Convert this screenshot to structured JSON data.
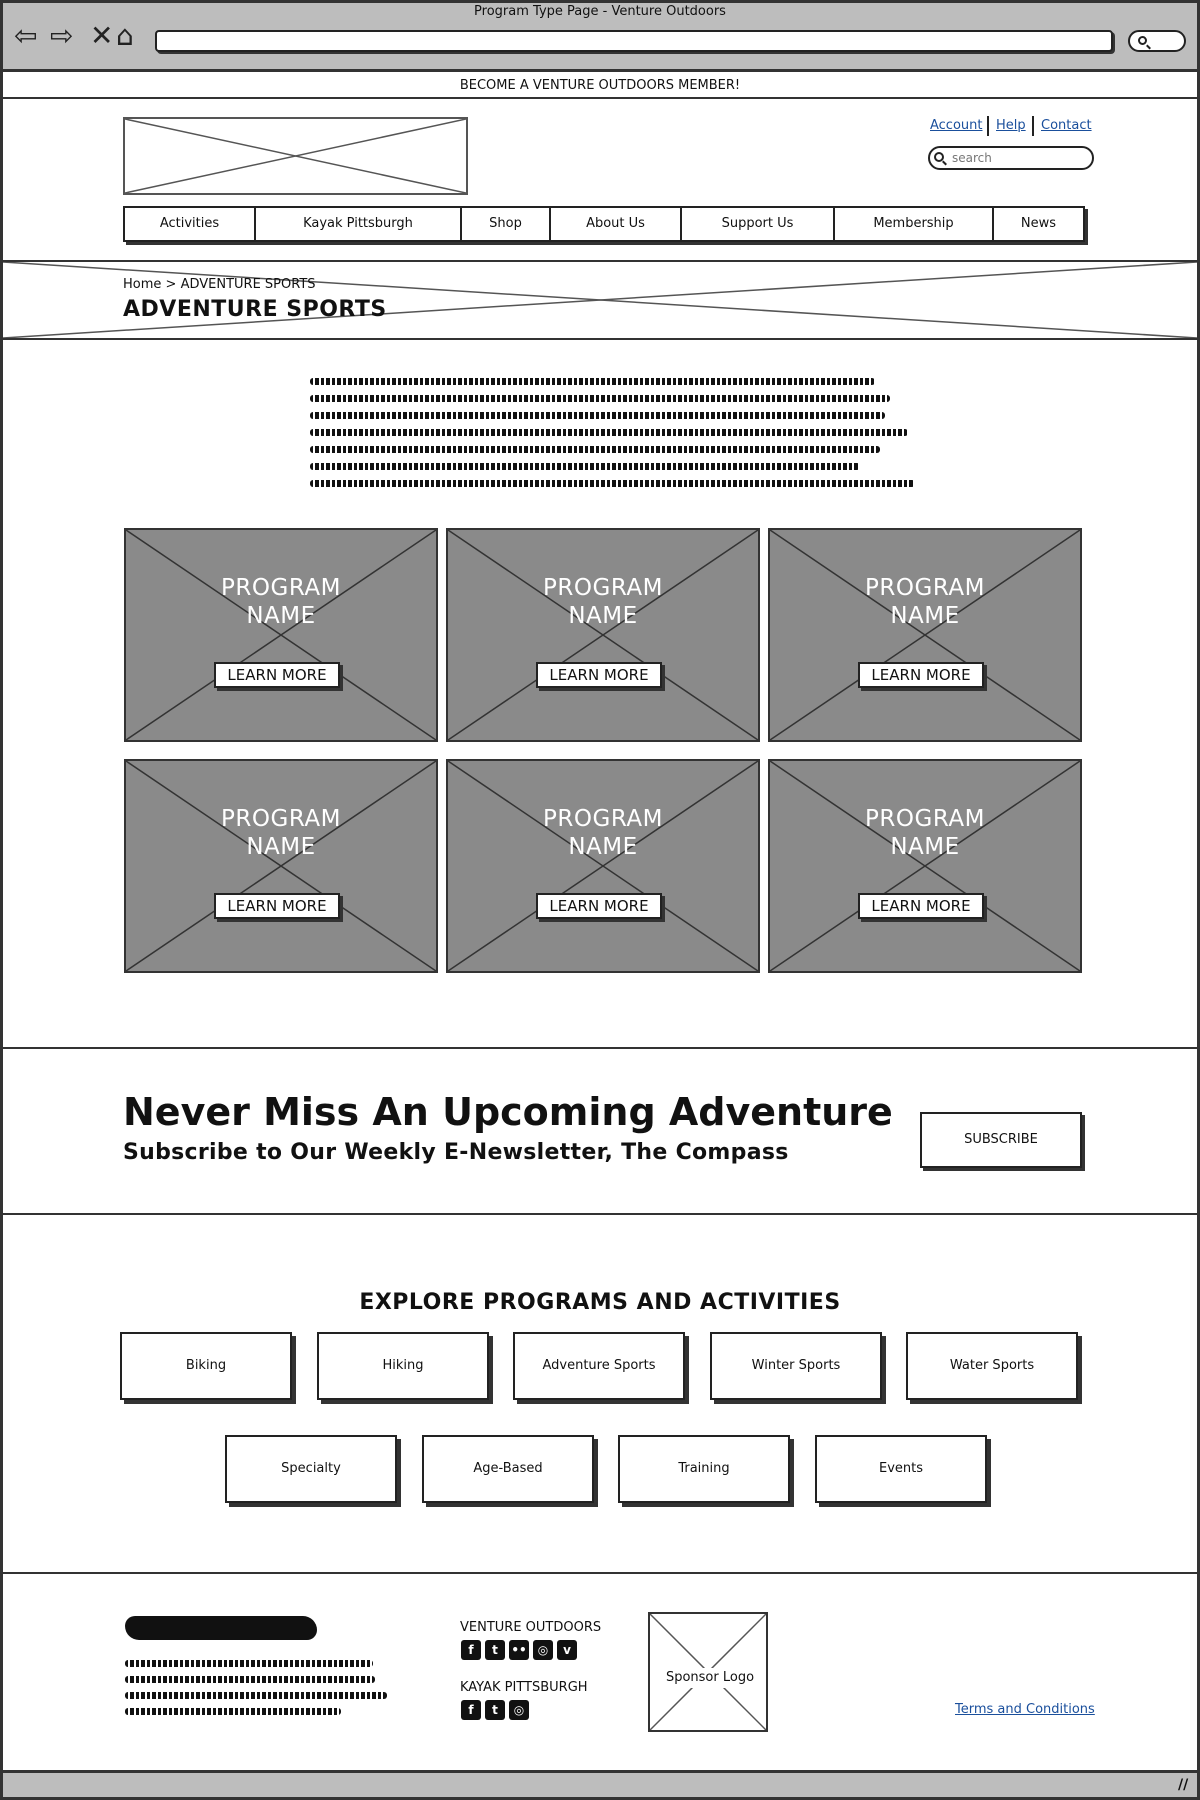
{
  "window": {
    "title": "Program Type Page - Venture Outdoors"
  },
  "banner": {
    "text": "BECOME A VENTURE OUTDOORS MEMBER!"
  },
  "utility_links": {
    "account": "Account",
    "help": "Help",
    "contact": "Contact"
  },
  "search": {
    "placeholder": "search"
  },
  "nav": {
    "items": [
      "Activities",
      "Kayak Pittsburgh",
      "Shop",
      "About Us",
      "Support Us",
      "Membership",
      "News"
    ]
  },
  "breadcrumb": {
    "home": "Home",
    "separator": ">",
    "current": "ADVENTURE SPORTS"
  },
  "page": {
    "title": "ADVENTURE SPORTS"
  },
  "programs": [
    {
      "name_line1": "PROGRAM",
      "name_line2": "NAME",
      "button": "LEARN MORE"
    },
    {
      "name_line1": "PROGRAM",
      "name_line2": "NAME",
      "button": "LEARN MORE"
    },
    {
      "name_line1": "PROGRAM",
      "name_line2": "NAME",
      "button": "LEARN MORE"
    },
    {
      "name_line1": "PROGRAM",
      "name_line2": "NAME",
      "button": "LEARN MORE"
    },
    {
      "name_line1": "PROGRAM",
      "name_line2": "NAME",
      "button": "LEARN MORE"
    },
    {
      "name_line1": "PROGRAM",
      "name_line2": "NAME",
      "button": "LEARN MORE"
    }
  ],
  "newsletter": {
    "title": "Never Miss An Upcoming Adventure",
    "subtitle": "Subscribe to Our Weekly E-Newsletter, The Compass",
    "button": "SUBSCRIBE"
  },
  "explore": {
    "title": "EXPLORE PROGRAMS AND ACTIVITIES",
    "row1": [
      "Biking",
      "Hiking",
      "Adventure Sports",
      "Winter Sports",
      "Water Sports"
    ],
    "row2": [
      "Specialty",
      "Age-Based",
      "Training",
      "Events"
    ]
  },
  "footer": {
    "venture_label": "VENTURE OUTDOORS",
    "venture_social": [
      "facebook-icon",
      "twitter-icon",
      "flickr-icon",
      "instagram-icon",
      "vimeo-icon"
    ],
    "kayak_label": "KAYAK PITTSBURGH",
    "kayak_social": [
      "facebook-icon",
      "twitter-icon",
      "instagram-icon"
    ],
    "sponsor": "Sponsor Logo",
    "terms": "Terms and Conditions"
  }
}
